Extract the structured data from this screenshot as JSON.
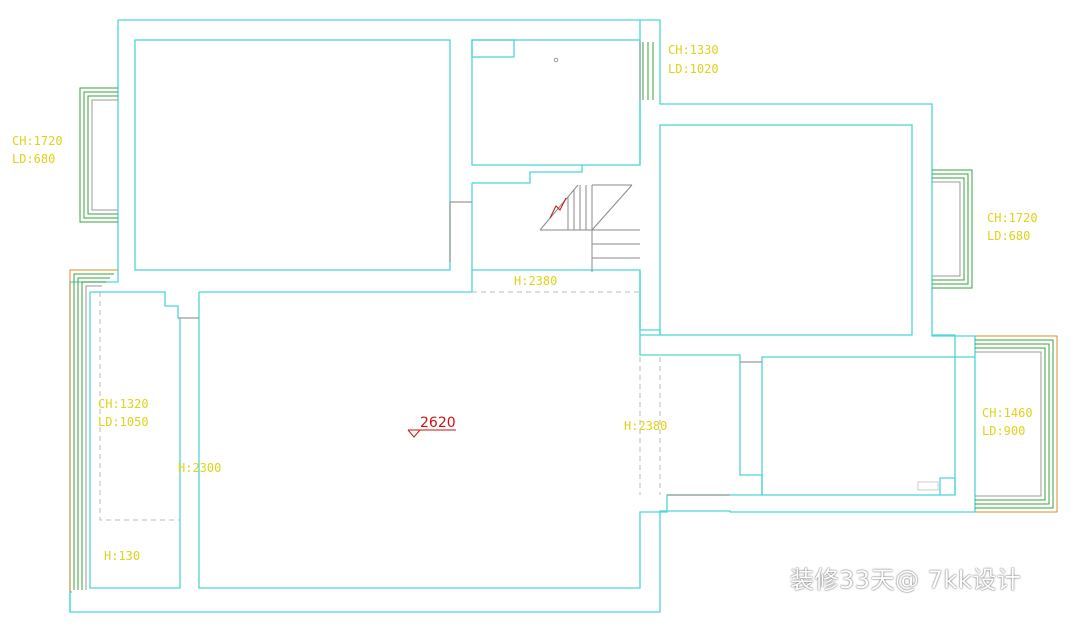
{
  "colors": {
    "wall": "#4dd6d6",
    "label": "#e0d21a",
    "window_green": "#3aa03a",
    "window_orange": "#e08a2a",
    "window_line": "#9a9a9a",
    "stair": "#8a8a8a",
    "dashed": "#bbbbbb",
    "marker": "#cc1111"
  },
  "labels": {
    "top_window": [
      "CH:1330",
      "LD:1020"
    ],
    "left_window": [
      "CH:1720",
      "LD:680"
    ],
    "right_window": [
      "CH:1720",
      "LD:680"
    ],
    "left_lower_window": [
      "CH:1320",
      "LD:1050"
    ],
    "right_lower_window": [
      "CH:1460",
      "LD:900"
    ],
    "opening_top": "H:2380",
    "opening_right": "H:2380",
    "opening_left": "H:2300",
    "opening_bottom_left": "H:130",
    "elevation": "2620"
  },
  "watermark": "装修33天@ 7kk设计"
}
